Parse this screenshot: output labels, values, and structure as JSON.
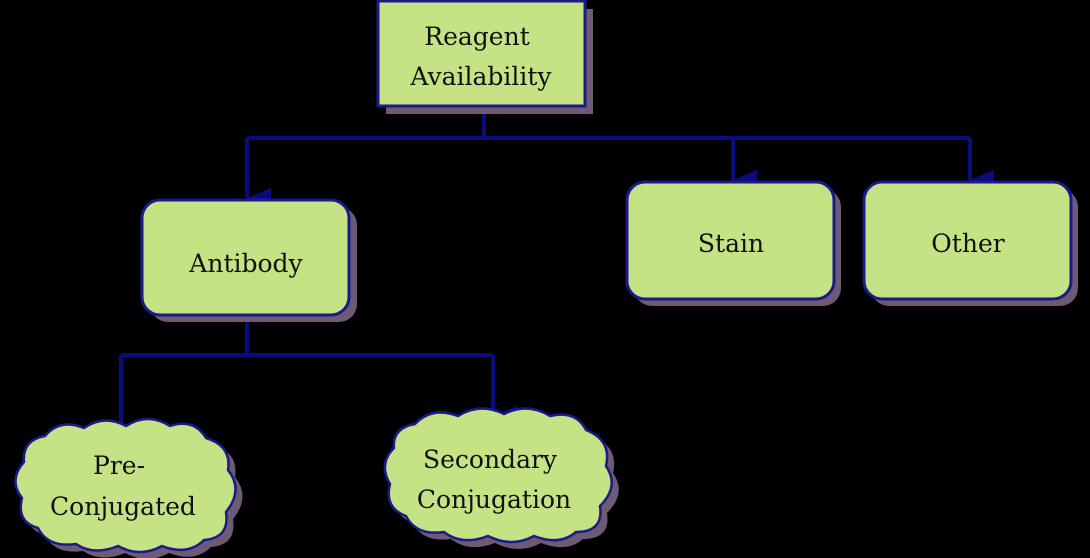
{
  "colors": {
    "background": "#000000",
    "node_fill": "#c5e384",
    "node_stroke": "#1a1a8c",
    "node_shadow": "#6e5a72",
    "connector": "#0b0b80",
    "text": "#111111"
  },
  "nodes": {
    "root": {
      "lines": [
        "Reagent",
        "Availability"
      ]
    },
    "antibody": {
      "lines": [
        "Antibody"
      ]
    },
    "stain": {
      "lines": [
        "Stain"
      ]
    },
    "other": {
      "lines": [
        "Other"
      ]
    },
    "preconjugated": {
      "lines": [
        "Pre-",
        "Conjugated"
      ]
    },
    "secondary": {
      "lines": [
        "Secondary",
        "Conjugation"
      ]
    }
  }
}
